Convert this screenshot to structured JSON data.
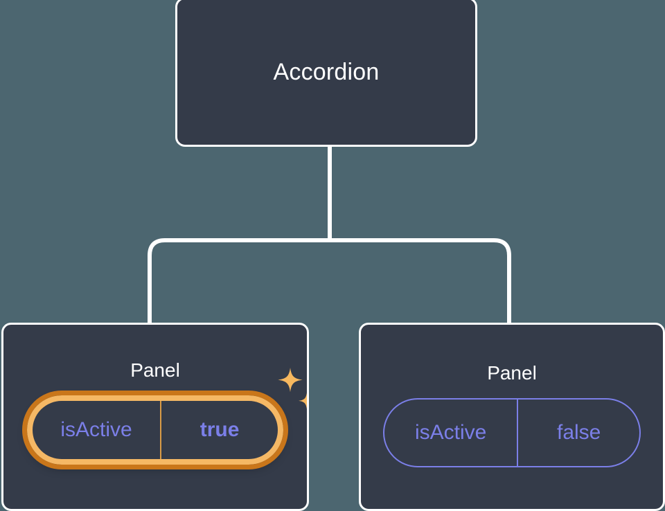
{
  "diagram": {
    "type": "component-tree",
    "background_color": "#4c6670",
    "node_fill_color": "#343b49",
    "node_border_color": "#ffffff",
    "connector_color": "#ffffff",
    "accent_prop_color": "#7b7fe8",
    "highlight_ring_inner_color": "#f5b865",
    "highlight_ring_outer_color": "#c9761a",
    "sparkle_color": "#f7b85f",
    "root": {
      "title": "Accordion"
    },
    "children": [
      {
        "title": "Panel",
        "prop": {
          "key": "isActive",
          "value": "true",
          "highlighted": true,
          "value_bold": true
        }
      },
      {
        "title": "Panel",
        "prop": {
          "key": "isActive",
          "value": "false",
          "highlighted": false,
          "value_bold": false
        }
      }
    ],
    "icons": {
      "sparkle_large": "sparkle-icon",
      "sparkle_small": "sparkle-small-icon"
    }
  }
}
